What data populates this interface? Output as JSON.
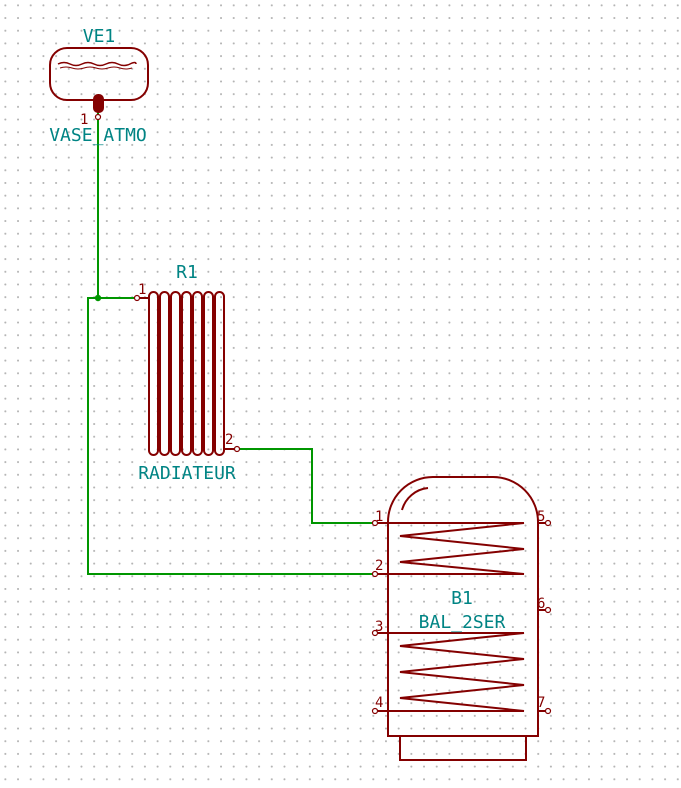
{
  "colors": {
    "component": "#840000",
    "wire": "#009600",
    "label": "#008484",
    "grid_dot": "#b4b4b4"
  },
  "components": {
    "expansion_vessel": {
      "reference": "VE1",
      "value": "VASE_ATMO",
      "pin": "1"
    },
    "radiator": {
      "reference": "R1",
      "value": "RADIATEUR",
      "pins": [
        "1",
        "2"
      ]
    },
    "tank": {
      "reference": "B1",
      "value": "BAL_2SER",
      "pins": [
        "1",
        "2",
        "3",
        "4",
        "5",
        "6",
        "7"
      ]
    }
  }
}
